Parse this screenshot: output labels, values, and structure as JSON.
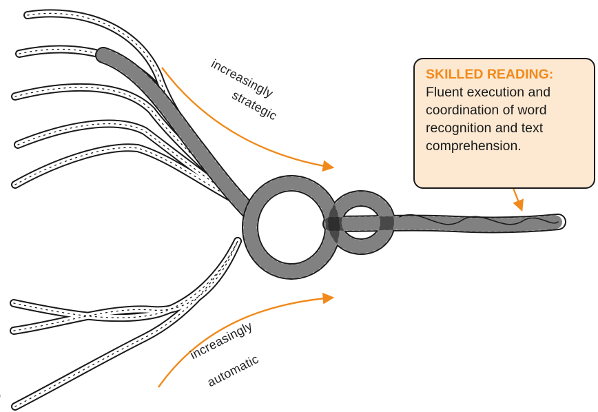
{
  "callout": {
    "title": "SKILLED READING:",
    "body": "Fluent execution and coordination of word recognition and text comprehension."
  },
  "arrows": {
    "upper": {
      "line1": "increasingly",
      "line2": "strategic"
    },
    "lower": {
      "line1": "increasingly",
      "line2": "automatic"
    }
  },
  "edge_glyph": ")",
  "colors": {
    "accent": "#f08a1c",
    "callout_fill": "#fde9d2",
    "rope_stroke": "#1a1a1a"
  }
}
